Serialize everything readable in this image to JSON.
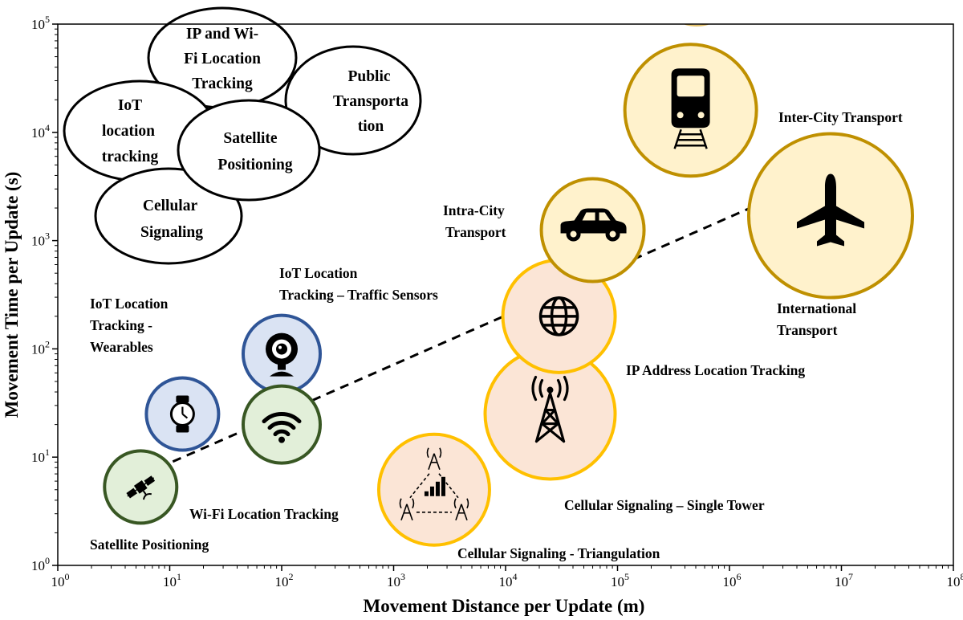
{
  "chart_data": {
    "type": "scatter",
    "xlabel": "Movement Distance per Update (m)",
    "ylabel": "Movement Time per Update (s)",
    "x_scale": "log",
    "y_scale": "log",
    "xlim": [
      1,
      100000000
    ],
    "ylim": [
      1,
      100000
    ],
    "x_ticks": [
      {
        "value": 1,
        "base": "10",
        "exp": "0"
      },
      {
        "value": 10,
        "base": "10",
        "exp": "1"
      },
      {
        "value": 100,
        "base": "10",
        "exp": "2"
      },
      {
        "value": 1000,
        "base": "10",
        "exp": "3"
      },
      {
        "value": 10000,
        "base": "10",
        "exp": "4"
      },
      {
        "value": 100000,
        "base": "10",
        "exp": "5"
      },
      {
        "value": 1000000,
        "base": "10",
        "exp": "6"
      },
      {
        "value": 10000000,
        "base": "10",
        "exp": "7"
      },
      {
        "value": 100000000,
        "base": "10",
        "exp": "8"
      }
    ],
    "y_ticks": [
      {
        "value": 1,
        "base": "10",
        "exp": "0"
      },
      {
        "value": 10,
        "base": "10",
        "exp": "1"
      },
      {
        "value": 100,
        "base": "10",
        "exp": "2"
      },
      {
        "value": 1000,
        "base": "10",
        "exp": "3"
      },
      {
        "value": 10000,
        "base": "10",
        "exp": "4"
      },
      {
        "value": 100000,
        "base": "10",
        "exp": "5"
      }
    ],
    "grid": false,
    "trend_line": {
      "style": "dashed",
      "from": [
        6,
        7
      ],
      "to": [
        2500000,
        2500
      ]
    },
    "technologies": [
      {
        "lines": [
          "IP and Wi-",
          "Fi Location",
          "Tracking"
        ]
      },
      {
        "lines": [
          "Public",
          "Transporta",
          "tion"
        ]
      },
      {
        "lines": [
          "IoT",
          "location",
          "tracking"
        ]
      },
      {
        "lines": [
          "Satellite",
          "Positioning"
        ]
      },
      {
        "lines": [
          "Cellular",
          "Signaling"
        ]
      }
    ],
    "points": [
      {
        "name": "Satellite Positioning",
        "icon": "satellite-icon",
        "x": 5.5,
        "y": 5.3,
        "fill": "#e2efd9",
        "stroke": "#385723",
        "label_lines": [
          "Satellite Positioning"
        ]
      },
      {
        "name": "IoT Location Tracking - Wearables",
        "icon": "watch-icon",
        "x": 13,
        "y": 25,
        "fill": "#dae3f3",
        "stroke": "#2f5597",
        "label_lines": [
          "IoT Location",
          "Tracking -",
          "Wearables"
        ]
      },
      {
        "name": "IoT Location Tracking – Traffic Sensors",
        "icon": "webcam-icon",
        "x": 100,
        "y": 90,
        "fill": "#dae3f3",
        "stroke": "#2f5597",
        "label_lines": [
          "IoT Location",
          "Tracking – Traffic Sensors"
        ]
      },
      {
        "name": "Wi-Fi Location Tracking",
        "icon": "wifi-icon",
        "x": 100,
        "y": 20,
        "fill": "#e2efd9",
        "stroke": "#385723",
        "label_lines": [
          "Wi-Fi Location Tracking"
        ]
      },
      {
        "name": "Cellular Signaling - Triangulation",
        "icon": "triangulation-icon",
        "x": 2300,
        "y": 5,
        "fill": "#fbe5d6",
        "stroke": "#ffc000",
        "label_lines": [
          "Cellular Signaling - Triangulation"
        ]
      },
      {
        "name": "Cellular Signaling – Single Tower",
        "icon": "cell-tower-icon",
        "x": 25000,
        "y": 25,
        "fill": "#fbe5d6",
        "stroke": "#ffc000",
        "label_lines": [
          "Cellular Signaling – Single Tower"
        ]
      },
      {
        "name": "IP Address Location Tracking",
        "icon": "globe-icon",
        "x": 30000,
        "y": 200,
        "fill": "#fbe5d6",
        "stroke": "#ffc000",
        "label_lines": [
          "IP Address Location Tracking"
        ]
      },
      {
        "name": "Intra-City Transport",
        "icon": "car-icon",
        "x": 60000,
        "y": 1250,
        "fill": "#fff2cc",
        "stroke": "#bf9000",
        "label_lines": [
          "Intra-City",
          "Transport"
        ]
      },
      {
        "name": "Inter-City Transport",
        "icon": "train-icon",
        "x": 450000,
        "y": 16000,
        "fill": "#fff2cc",
        "stroke": "#bf9000",
        "label_lines": [
          "Inter-City Transport"
        ]
      },
      {
        "name": "International Transport",
        "icon": "airplane-icon",
        "x": 8000000,
        "y": 1700,
        "fill": "#fff2cc",
        "stroke": "#bf9000",
        "label_lines": [
          "International",
          "Transport"
        ]
      }
    ]
  }
}
